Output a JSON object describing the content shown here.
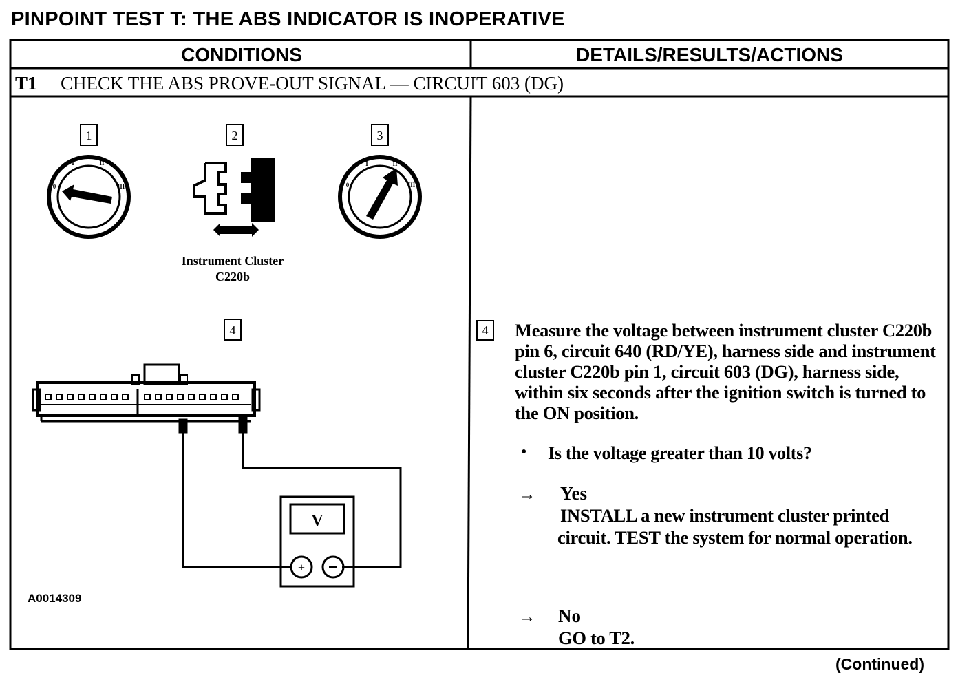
{
  "document": {
    "title": "PINPOINT TEST T: THE ABS INDICATOR IS INOPERATIVE",
    "footer": "(Continued)"
  },
  "table": {
    "headers": {
      "conditions": "CONDITIONS",
      "details": "DETAILS/RESULTS/ACTIONS"
    },
    "step": {
      "id": "T1",
      "title": "CHECK THE ABS PROVE-OUT SIGNAL — CIRCUIT 603 (DG)"
    }
  },
  "figure": {
    "callouts": [
      "1",
      "2",
      "3",
      "4"
    ],
    "connector_label_line1": "Instrument Cluster",
    "connector_label_line2": "C220b",
    "meter_label": "V",
    "figure_id": "A0014309",
    "switch_positions": {
      "left": [
        "0",
        "I",
        "II",
        "III"
      ],
      "right": [
        "0",
        "I",
        "II",
        "III"
      ]
    }
  },
  "details": {
    "step_number": "4",
    "instruction": "Measure the voltage between instrument cluster C220b pin 6, circuit 640 (RD/YE), harness side and instrument cluster C220b pin 1, circuit 603 (DG), harness side, within six seconds after the ignition switch is turned to the ON position.",
    "bullet": "•",
    "question": "Is the voltage greater than 10 volts?",
    "arrow": "→",
    "yes": {
      "label": "Yes",
      "line1": "INSTALL a new instrument cluster printed",
      "line2": "circuit. TEST the system for normal operation."
    },
    "no": {
      "label": "No",
      "action_prefix": "GO to ",
      "action_target": "T2",
      "action_suffix": "."
    }
  }
}
